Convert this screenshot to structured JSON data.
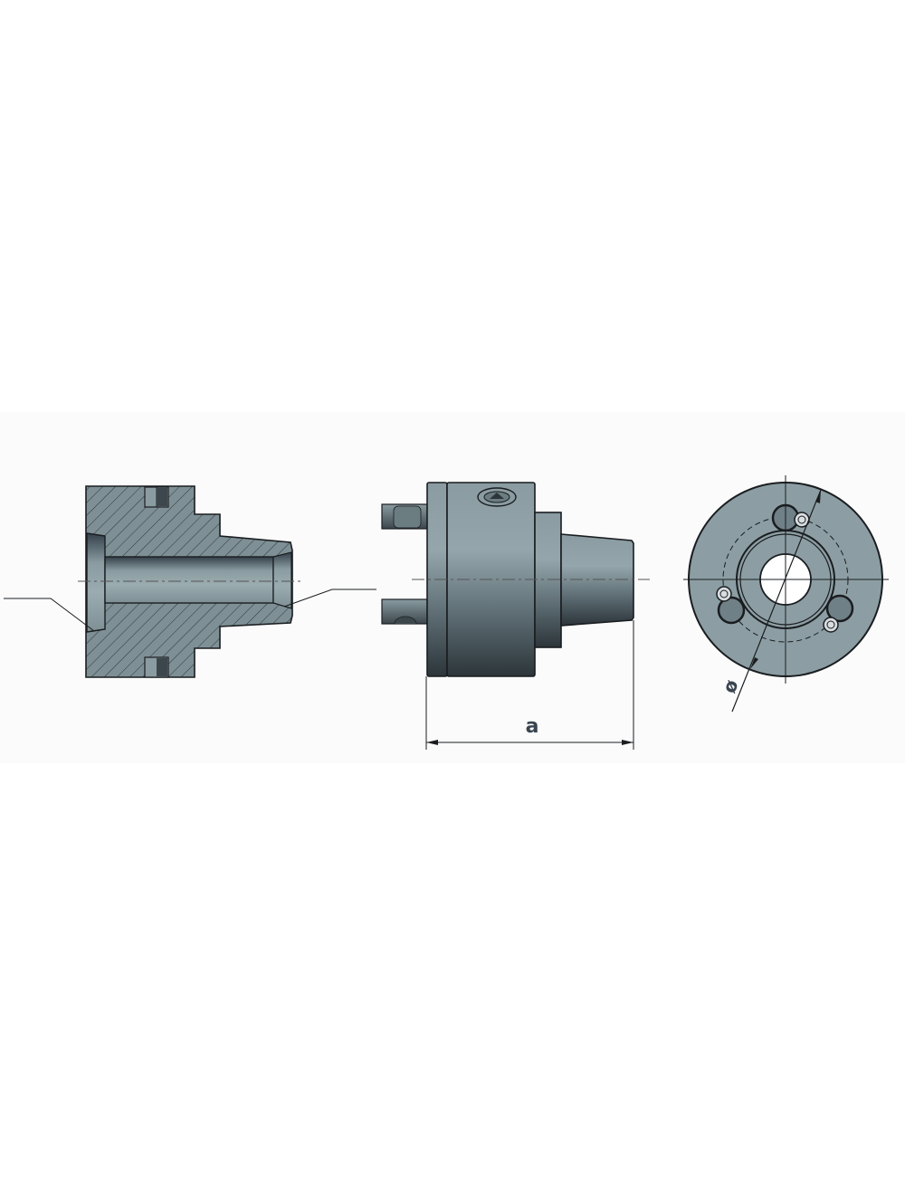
{
  "drawing": {
    "type": "technical-drawing",
    "views": [
      {
        "name": "section-view",
        "description": "Longitudinal section of tool holder with hatched body and bore"
      },
      {
        "name": "side-view",
        "description": "Side elevation of tool holder with drive pins and tapered nose"
      },
      {
        "name": "end-view",
        "description": "Front end view with three clamping screws and center bore"
      }
    ],
    "dimensions": {
      "length_label": "a",
      "diameter_label": "ø"
    },
    "colors": {
      "body": "#8c9ea3",
      "body_dark": "#3c474d",
      "outline": "#1a1d20",
      "hatch": "#2e3438",
      "band": "#fbfbfb"
    }
  }
}
